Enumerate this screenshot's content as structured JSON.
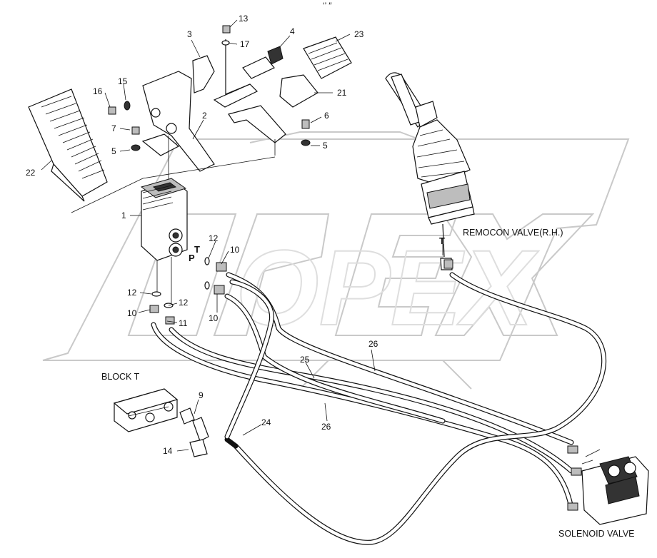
{
  "header_mark": "‘’ ″",
  "watermark": "OPEX",
  "captions": {
    "remocon_valve": "REMOCON VALVE(R.H.)",
    "block_t": "BLOCK T",
    "solenoid_valve": "SOLENOID VALVE"
  },
  "port_labels": {
    "p": "P",
    "t1": "T",
    "t2": "T"
  },
  "callouts": {
    "c1": "1",
    "c2": "2",
    "c3": "3",
    "c4": "4",
    "c5a": "5",
    "c5b": "5",
    "c6": "6",
    "c7": "7",
    "c9": "9",
    "c10a": "10",
    "c10b": "10",
    "c10c": "10",
    "c11": "11",
    "c12a": "12",
    "c12b": "12",
    "c12c": "12",
    "c13": "13",
    "c14": "14",
    "c15": "15",
    "c16": "16",
    "c17": "17",
    "c21": "21",
    "c22": "22",
    "c23": "23",
    "c24": "24",
    "c25": "25",
    "c26a": "26",
    "c26b": "26"
  }
}
